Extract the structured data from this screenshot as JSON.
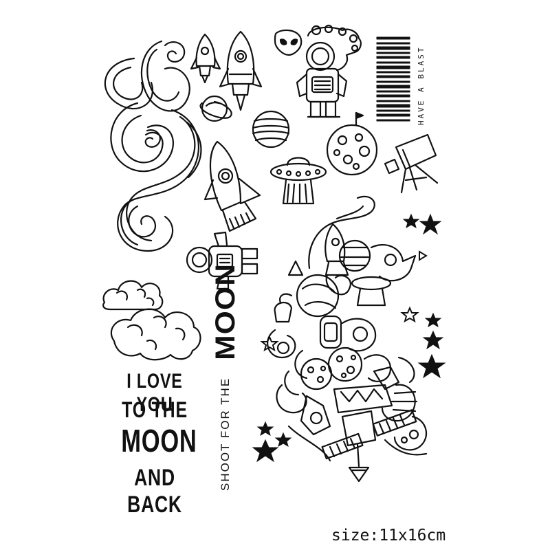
{
  "caption": {
    "size_label": "size:11x16cm"
  },
  "texts": {
    "have_a_blast": "HAVE A BLAST",
    "shoot_for_the": "SHOOT FOR THE",
    "moon_vertical": "MOON",
    "love_lines": [
      "I LOVE YOU",
      "TO THE",
      "MOON",
      "AND BACK"
    ]
  },
  "icons": [
    "swirl-icon",
    "small-rocket-icon",
    "rocket-icon",
    "alien-head-icon",
    "astronaut-icon",
    "barcode-icon",
    "ringed-planet-icon",
    "planet-icon",
    "moon-with-flag-icon",
    "telescope-icon",
    "big-rocket-icon",
    "ufo-icon",
    "astronaut-floating-icon",
    "cloud-icon",
    "space-collage-icon",
    "star-icon"
  ]
}
